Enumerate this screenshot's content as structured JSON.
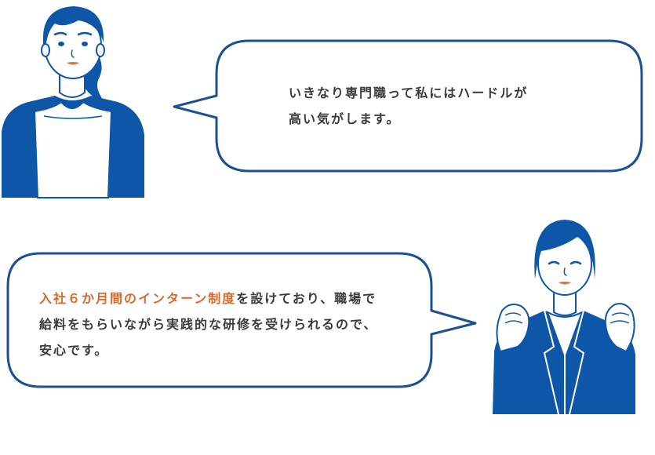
{
  "colors": {
    "brand_blue": "#0e56a8",
    "bubble_stroke": "#1d4f95",
    "text": "#3a3a3a",
    "accent": "#d9692a",
    "lip": "#e2703a"
  },
  "conversation": {
    "bubble_1": {
      "line_1": "いきなり専門職って私にはハードルが",
      "line_2": "高い気がします。"
    },
    "bubble_2": {
      "line_1_highlight": "入社６か月間のインターン制度",
      "line_1_rest": "を設けており、職場で",
      "line_2": "給料をもらいながら実践的な研修を受けられるので、",
      "line_3": "安心です。"
    }
  },
  "icons": {
    "person_1": "woman-worried-illustration",
    "person_2": "woman-cheering-illustration"
  }
}
